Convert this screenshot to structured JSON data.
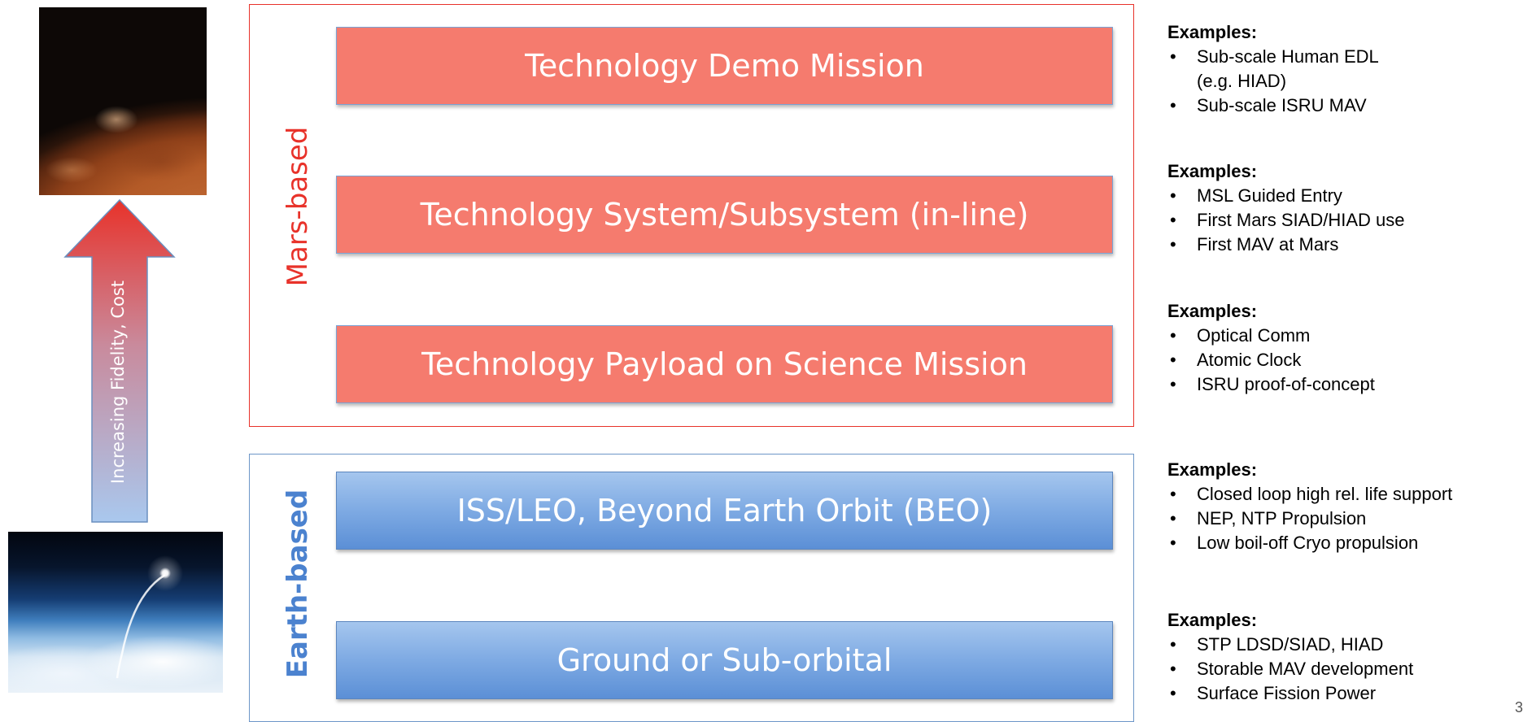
{
  "colors": {
    "mars_box": "#f57b6e",
    "mars_border": "#e8322a",
    "earth_box": "#7eaae3",
    "earth_border": "#6d96c8",
    "earth_label": "#4b82cf",
    "arrow_top": "#e8322a",
    "arrow_bottom": "#a9c8ee"
  },
  "arrow": {
    "label": "Increasing Fidelity, Cost"
  },
  "groups": {
    "mars_label": "Mars-based",
    "earth_label": "Earth-based"
  },
  "stages": [
    "Technology Demo Mission",
    "Technology System/Subsystem (in-line)",
    "Technology Payload on Science Mission",
    "ISS/LEO, Beyond Earth Orbit (BEO)",
    "Ground or Sub-orbital"
  ],
  "examples": [
    {
      "heading": "Examples:",
      "items": [
        "Sub-scale Human EDL",
        "Sub-scale ISRU MAV"
      ],
      "note": "(e.g. HIAD)"
    },
    {
      "heading": "Examples:",
      "items": [
        "MSL Guided Entry",
        "First Mars SIAD/HIAD use",
        "First MAV at Mars"
      ]
    },
    {
      "heading": "Examples:",
      "items": [
        "Optical Comm",
        "Atomic Clock",
        "ISRU proof-of-concept"
      ]
    },
    {
      "heading": "Examples:",
      "items": [
        "Closed loop high rel. life support",
        "NEP, NTP Propulsion",
        "Low boil-off Cryo propulsion"
      ]
    },
    {
      "heading": "Examples:",
      "items": [
        "STP LDSD/SIAD, HIAD",
        "Storable MAV development",
        "Surface Fission Power"
      ]
    }
  ],
  "page_number": "3"
}
